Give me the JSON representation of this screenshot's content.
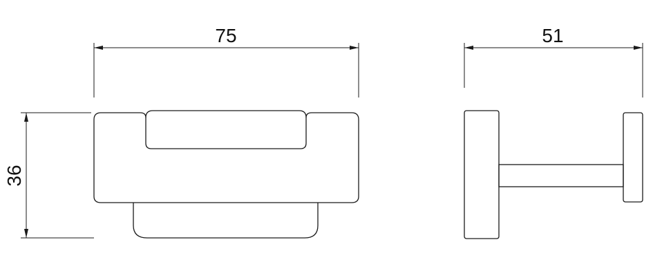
{
  "dimensions": {
    "front_width": "75",
    "front_height": "36",
    "side_depth": "51"
  },
  "colors": {
    "line": "#1a1a1a",
    "background": "#ffffff"
  }
}
